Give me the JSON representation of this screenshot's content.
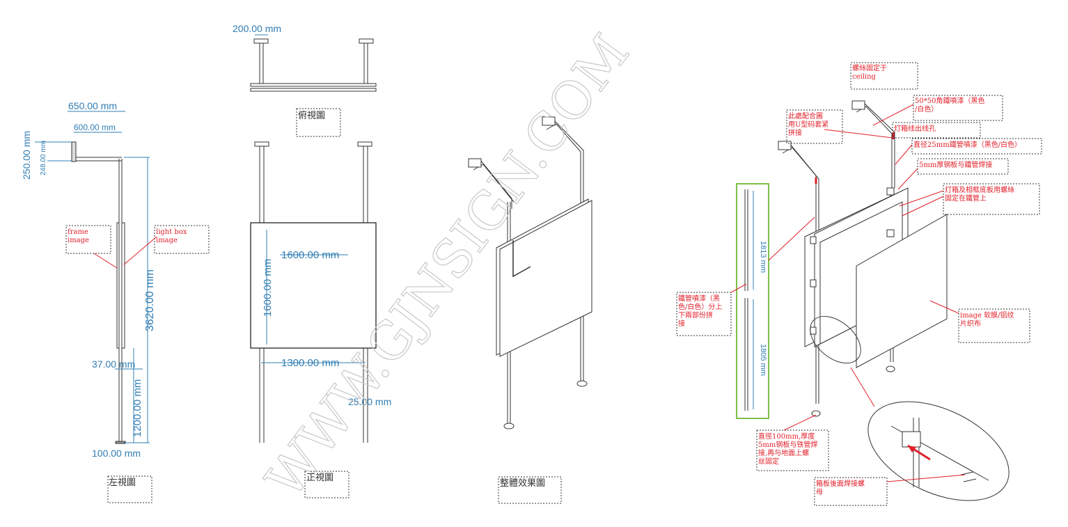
{
  "left_view": {
    "dim_width": "650.00 mm",
    "dim_arm": "600.00 mm",
    "dim_head_outer": "250.00 mm",
    "dim_head_inner": "248.00 mm",
    "dim_total_height": "3620.00 mm",
    "dim_thickness": "37.00 mm",
    "dim_bottom": "1200.00 mm",
    "dim_base": "100.00 mm",
    "note_frame": "frame\nimage",
    "note_lightbox": "light box\nimage",
    "caption": "左視圖"
  },
  "top_view": {
    "dim_top": "200.00 mm",
    "caption": "俯視圖"
  },
  "front_view": {
    "dim_width": "1600.00 mm",
    "dim_height": "1600.00 mm",
    "dim_spacing": "1300.00 mm",
    "dim_pipe": "25.00 mm",
    "caption": "正視圖"
  },
  "iso_view": {
    "caption": "整體效果圖"
  },
  "detail": {
    "dim_upper_pipe": "1813 mm",
    "dim_lower_pipe": "1805 mm",
    "notes": {
      "ceiling": "螺絲固定于\nceiling",
      "square_tube": "50*50角鐵噴漆（黑色\n/白色）",
      "cable_hole": "灯箱线出线孔",
      "joint": "此處配合圖\n用U型码套紧\n拼接",
      "pipe25": "直径25mm鐵管噴漆（黑色/白色）",
      "plate5": "5mm厚钢板与鐵管焊接",
      "box_mount": "灯箱及相框底板用螺絲\n固定在鐵管上",
      "pipe_split": "鐵管噴漆（黑\n色/白色）分上\n下兩部份拼\n接",
      "fabric": "image 软膜/铝纹\n片织布",
      "base": "直徑100mm,厚度\n5mm钢板与铁管焊\n接,再与地面上螺\n丝固定",
      "nut": "箱板後面焊接螺\n母"
    }
  },
  "watermark": "WWW.GJNSIGN.COM",
  "colors": {
    "dimension": "#2f7db3",
    "annotation": "#e0202a",
    "line": "#333333",
    "highlight": "#7cc04a"
  }
}
